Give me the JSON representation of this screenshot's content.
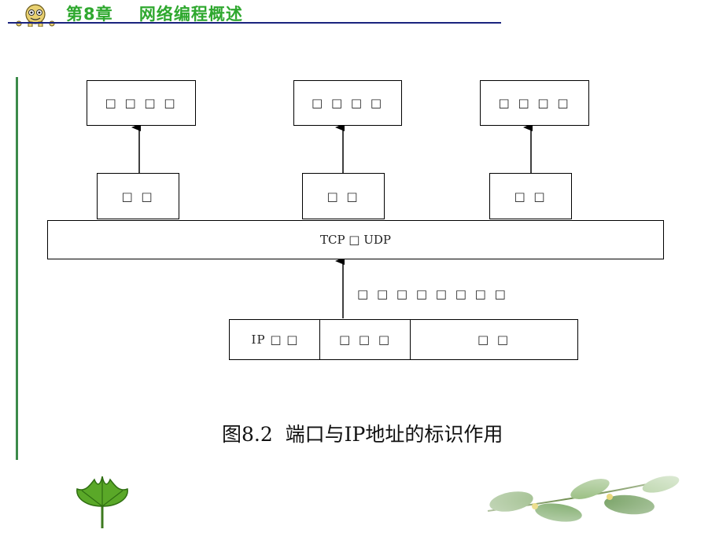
{
  "header": {
    "title": "第8章    网络编程概述"
  },
  "diagram": {
    "apps": [
      "□ □ □ □",
      "□ □ □ □",
      "□ □ □ □"
    ],
    "ports": [
      "□ □",
      "□ □",
      "□ □"
    ],
    "transport": "TCP  □   UDP",
    "demux_label": "□ □ □ □ □ □ □ □",
    "packet_fields": [
      "IP □ □",
      "□ □ □",
      "□ □"
    ]
  },
  "caption": "图8.2  端口与IP地址的标识作用",
  "colors": {
    "header_text": "#2fa82f",
    "header_rule": "#1a237e",
    "side_rule": "#3c8a4a"
  },
  "icons": [
    "mascot-icon",
    "leaf-icon",
    "leaf-branch-icon"
  ]
}
